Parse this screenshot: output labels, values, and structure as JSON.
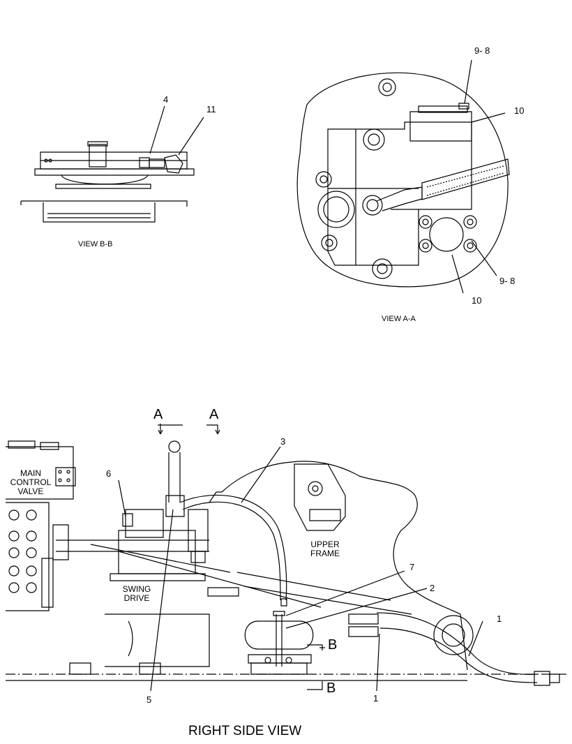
{
  "callouts": {
    "c1a": "1",
    "c1b": "1",
    "c2": "2",
    "c3": "3",
    "c4": "4",
    "c5": "5",
    "c6": "6",
    "c7": "7",
    "c9_8a": "9- 8",
    "c9_8b": "9- 8",
    "c10a": "10",
    "c10b": "10",
    "c11": "11"
  },
  "views": {
    "view_bb": "VIEW B-B",
    "view_aa": "VIEW A-A",
    "right_side": "RIGHT SIDE VIEW"
  },
  "section_marks": {
    "a_left": "A",
    "a_right": "A",
    "b_top": "B",
    "b_bottom": "B"
  },
  "areas": {
    "main_control_valve": [
      "MAIN",
      "CONTROL",
      "VALVE"
    ],
    "upper_frame": [
      "UPPER",
      "FRAME"
    ],
    "swing_drive": [
      "SWING",
      "DRIVE"
    ]
  }
}
